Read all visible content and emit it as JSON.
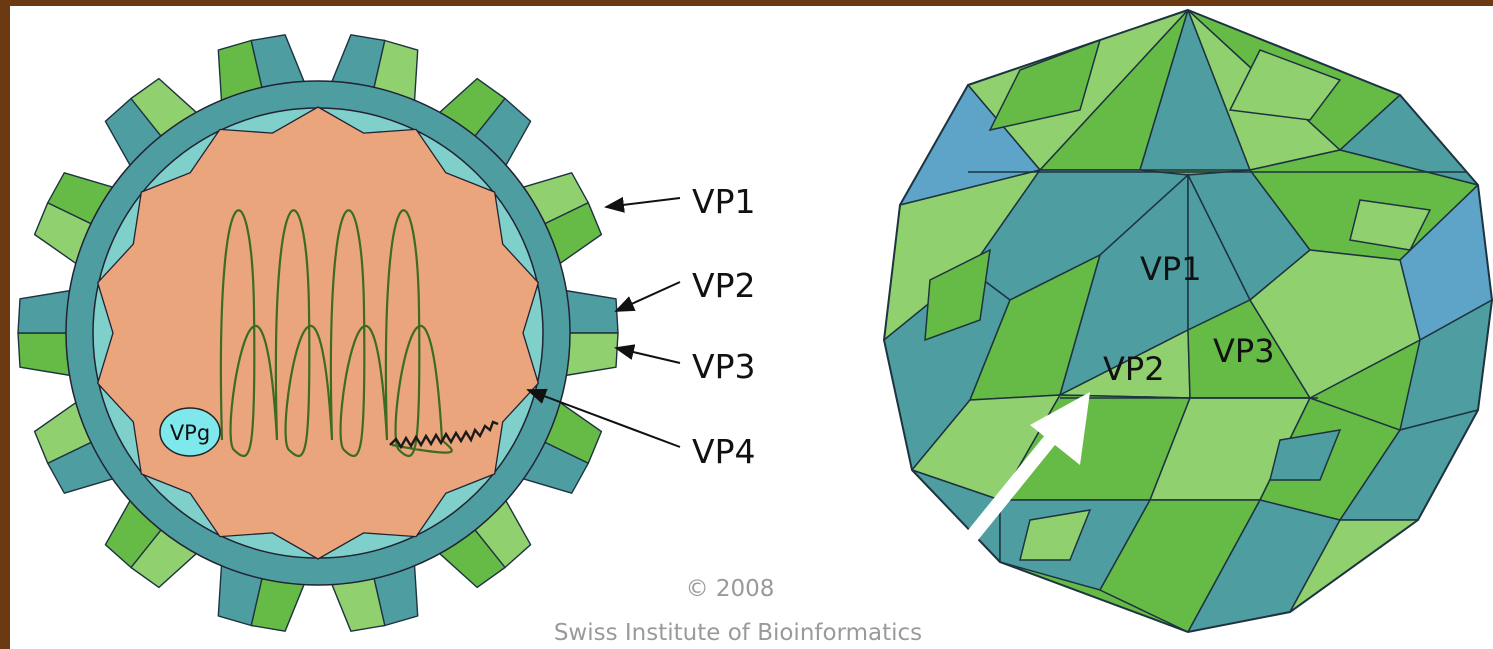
{
  "cross_section": {
    "labels": [
      {
        "id": "vp1",
        "text": "VP1"
      },
      {
        "id": "vp2",
        "text": "VP2"
      },
      {
        "id": "vp3",
        "text": "VP3"
      },
      {
        "id": "vp4",
        "text": "VP4"
      }
    ],
    "genome_protein_label": "VPg"
  },
  "capsid_surface": {
    "labels": [
      "VP1",
      "VP2",
      "VP3"
    ]
  },
  "credit": {
    "year": "© 2008",
    "institution": "Swiss Institute of Bioinformatics"
  },
  "colors": {
    "frame": "#6b3a12",
    "core": "#eba57d",
    "inner_shell": "#7fcfcb",
    "teal": "#4e9ea1",
    "light_green": "#90d06e",
    "mid_green": "#66bb46",
    "blue": "#5ea3c8",
    "arrow_on_capsid": "#ffffff"
  }
}
